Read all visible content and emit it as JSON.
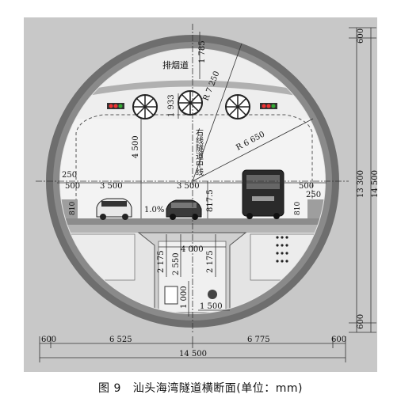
{
  "labels": {
    "smoke_duct": "排烟道",
    "right_lane_centerline": "右线隧道中线",
    "slope": "1.0%",
    "radius_outer": "R 7 250",
    "radius_inner": "R 6 650"
  },
  "dimensions": {
    "top_segment": "600",
    "duct_height": "1 785",
    "fan_zone": "1 933",
    "clear_height": "4 500",
    "lane_left": "3 500",
    "lane_right": "3 500",
    "sidewalk_left": "500",
    "sidewalk_right": "500",
    "curb_left": "250",
    "curb_right": "250",
    "gutter_left": "810",
    "gutter_right": "810",
    "road_to_center": "817.5",
    "inner_diameter": "13 300",
    "outer_diameter": "14 500",
    "bottom_segment": "600",
    "gallery_width": "4 000",
    "gallery_h1": "2 175",
    "gallery_h2": "2 550",
    "gallery_h3": "2 175",
    "bottom_1000": "1 000",
    "bottom_1500": "1 500",
    "left_600": "600",
    "left_6525": "6 525",
    "right_6775": "6 775",
    "right_600": "600",
    "total_width": "14 500"
  },
  "caption": {
    "figure_no": "图 9",
    "title": "汕头海湾隧道横断面(单位：mm)"
  },
  "colors": {
    "background": "#c8c8c8",
    "lining": "#6e6e6e",
    "interior": "#efefef",
    "road": "#9a9a9a"
  }
}
